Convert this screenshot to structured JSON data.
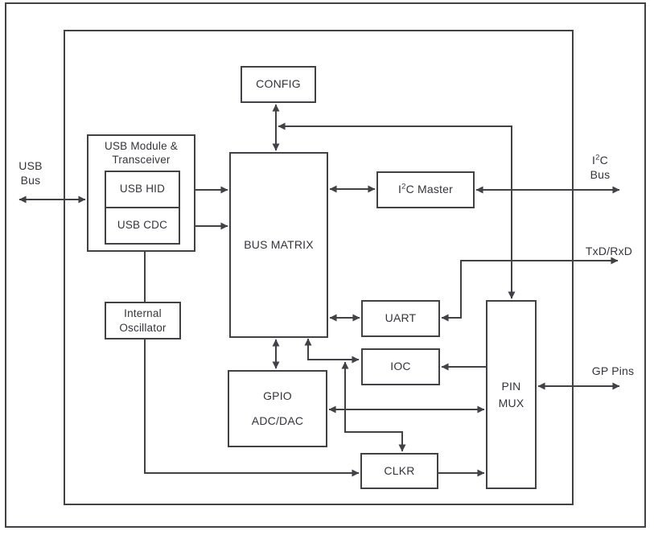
{
  "blocks": {
    "config": {
      "label": "CONFIG"
    },
    "usb_module": {
      "line1": "USB Module &",
      "line2": "Transceiver"
    },
    "usb_hid": {
      "label": "USB HID"
    },
    "usb_cdc": {
      "label": "USB CDC"
    },
    "bus_matrix": {
      "label": "BUS MATRIX"
    },
    "i2c_master": {
      "pre": "I",
      "sup": "2",
      "post": "C Master"
    },
    "internal_oscillator": {
      "line1": "Internal",
      "line2": "Oscillator"
    },
    "uart": {
      "label": "UART"
    },
    "ioc": {
      "label": "IOC"
    },
    "gpio": {
      "line1": "GPIO",
      "line2": "ADC/DAC"
    },
    "clkr": {
      "label": "CLKR"
    },
    "pin_mux": {
      "line1": "PIN",
      "line2": "MUX"
    }
  },
  "external_labels": {
    "usb_bus": {
      "line1": "USB",
      "line2": "Bus"
    },
    "i2c_bus": {
      "pre": "I",
      "sup": "2",
      "post": "C",
      "line2": "Bus"
    },
    "txd_rxd": {
      "label": "TxD/RxD"
    },
    "gp_pins": {
      "label": "GP Pins"
    }
  },
  "connections": [
    {
      "from": "USB Bus (external)",
      "to": "USB Module & Transceiver",
      "direction": "bidirectional"
    },
    {
      "from": "USB HID",
      "to": "BUS MATRIX",
      "direction": "bidirectional"
    },
    {
      "from": "USB CDC",
      "to": "BUS MATRIX",
      "direction": "bidirectional"
    },
    {
      "from": "USB Module & Transceiver",
      "via": "Internal Oscillator",
      "to": "CLKR",
      "direction": "one-way"
    },
    {
      "from": "CONFIG",
      "to": "BUS MATRIX",
      "direction": "bidirectional"
    },
    {
      "from": "PIN MUX (top)",
      "to": "CONFIG / BUS MATRIX junction",
      "direction": "bidirectional"
    },
    {
      "from": "BUS MATRIX",
      "to": "I2C Master",
      "direction": "bidirectional"
    },
    {
      "from": "I2C Master",
      "to": "I2C Bus (external)",
      "direction": "bidirectional"
    },
    {
      "from": "BUS MATRIX",
      "to": "UART",
      "direction": "bidirectional"
    },
    {
      "from": "UART",
      "to": "TxD/RxD (external)",
      "direction": "bidirectional"
    },
    {
      "from": "BUS MATRIX",
      "to": "GPIO ADC/DAC",
      "direction": "bidirectional"
    },
    {
      "from": "BUS MATRIX",
      "to": "IOC",
      "direction": "bidirectional"
    },
    {
      "from": "BUS MATRIX / IOC line",
      "to": "CLKR (top)",
      "direction": "bidirectional"
    },
    {
      "from": "PIN MUX",
      "to": "IOC",
      "direction": "one-way"
    },
    {
      "from": "GPIO ADC/DAC",
      "to": "PIN MUX",
      "direction": "bidirectional"
    },
    {
      "from": "CLKR",
      "to": "PIN MUX",
      "direction": "one-way"
    },
    {
      "from": "PIN MUX",
      "to": "GP Pins (external)",
      "direction": "bidirectional"
    }
  ],
  "colors": {
    "line": "#424246",
    "text": "#34343a",
    "background": "#ffffff"
  }
}
